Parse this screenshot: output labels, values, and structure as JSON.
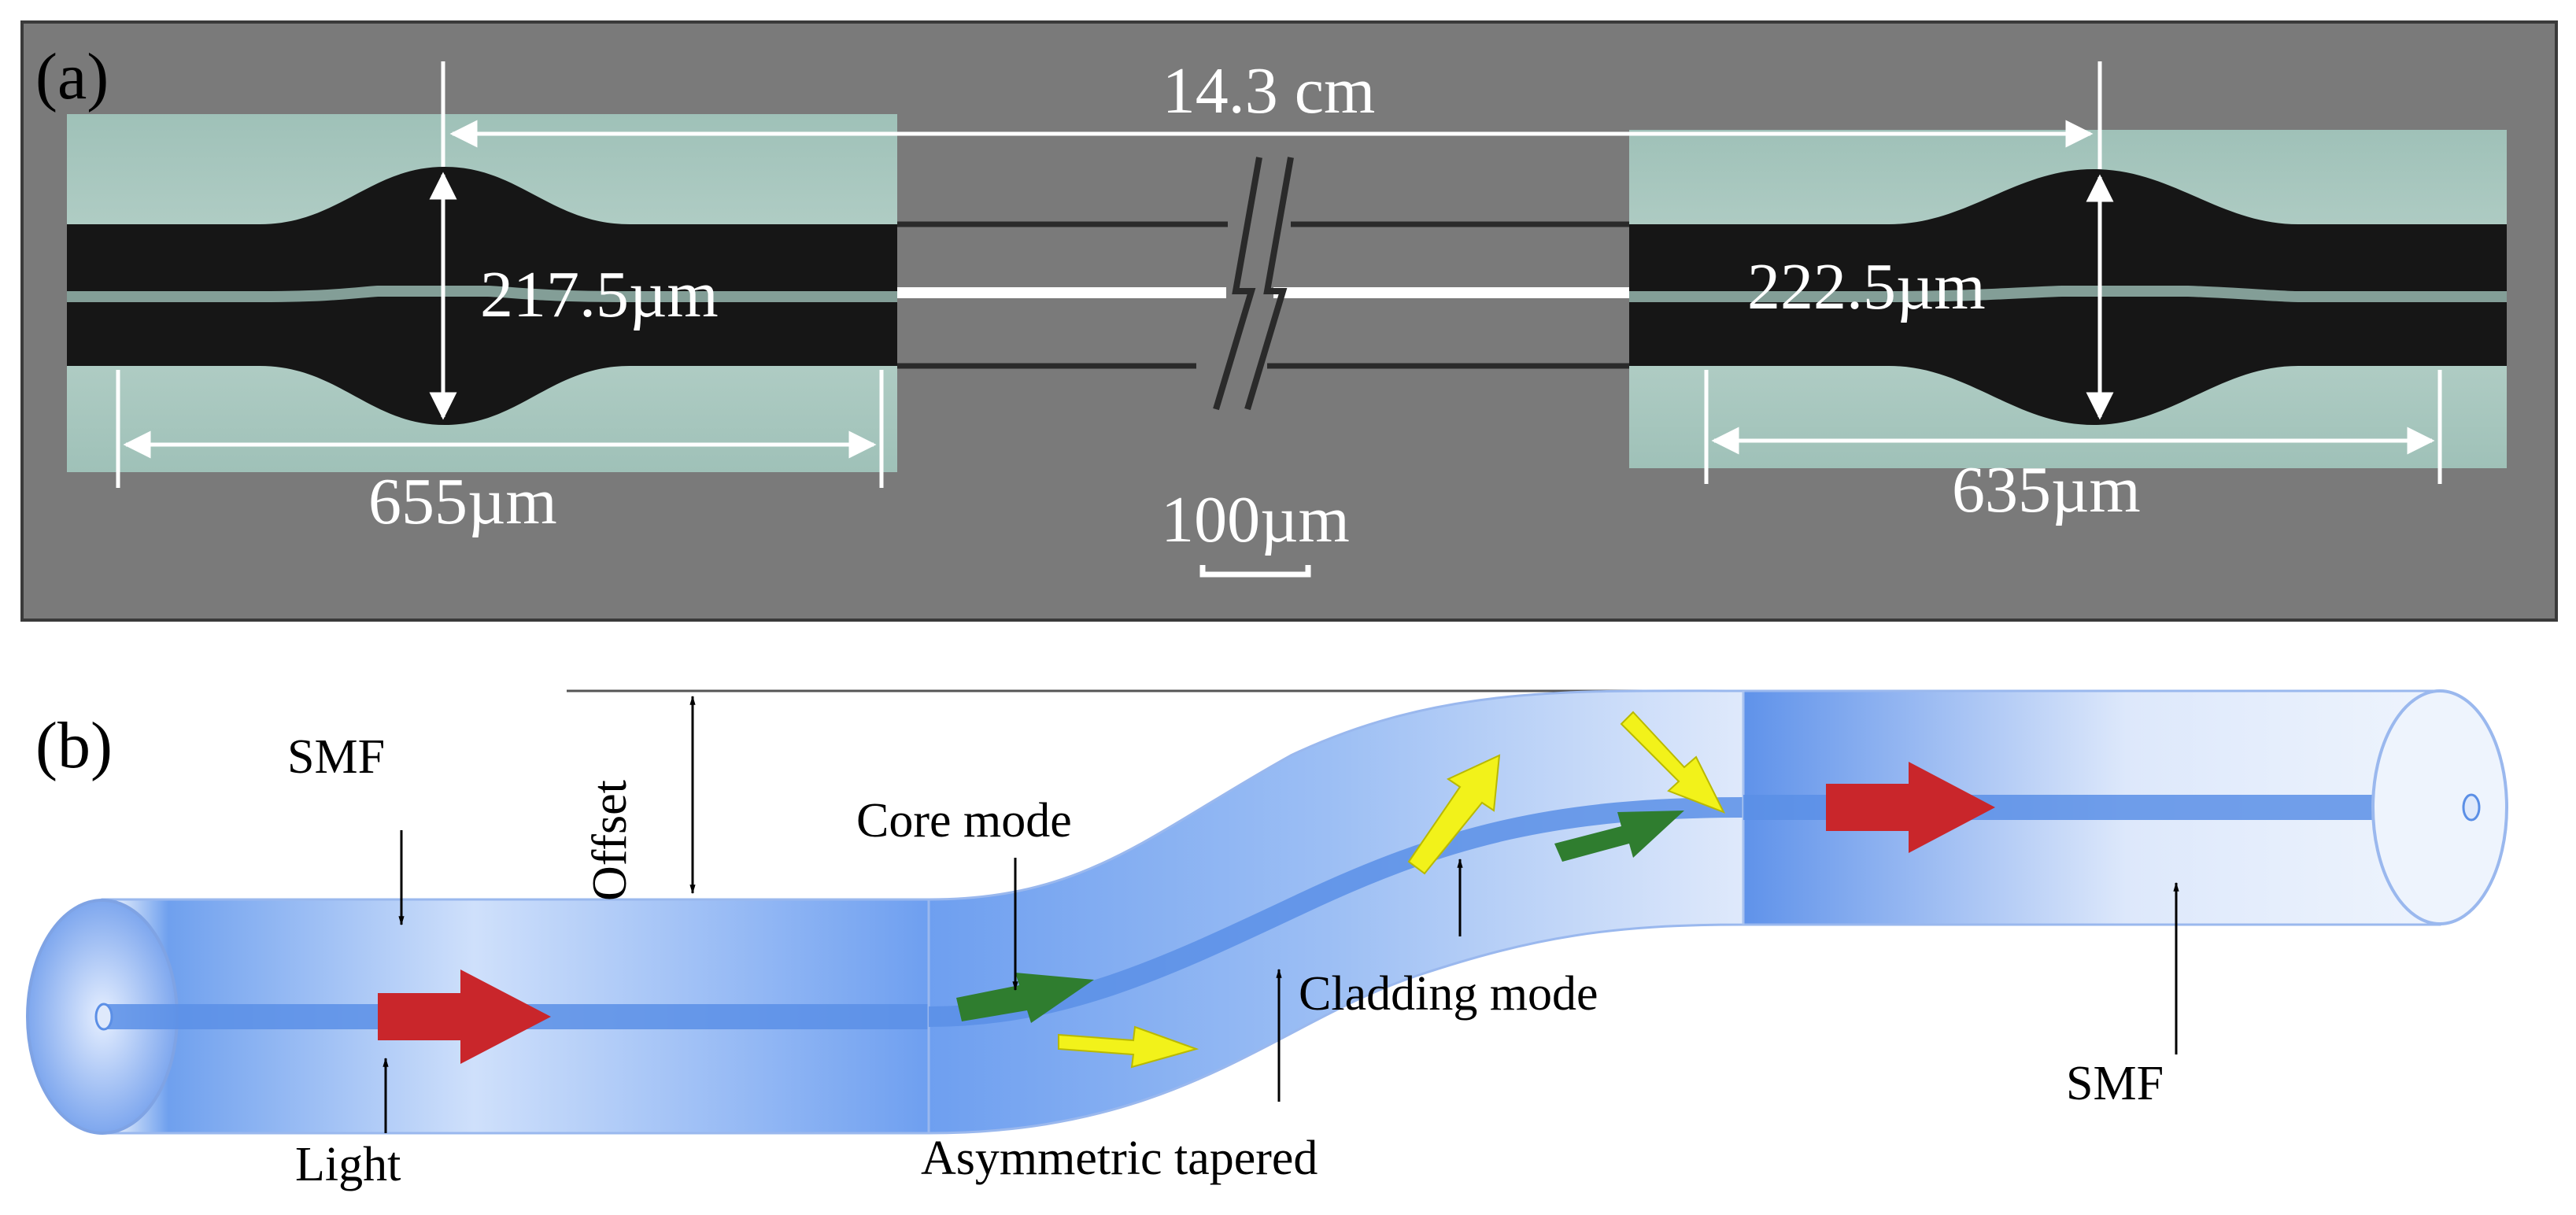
{
  "panel_a": {
    "label": "(a)",
    "total_length": "14.3 cm",
    "left_waist_diameter": "217.5µm",
    "right_waist_diameter": "222.5µm",
    "left_taper_length": "655µm",
    "right_taper_length": "635µm",
    "scale_bar": "100µm"
  },
  "panel_b": {
    "label": "(b)",
    "smf_left": "SMF",
    "offset": "Offset",
    "core_mode": "Core mode",
    "cladding_mode": "Cladding mode",
    "light": "Light",
    "asymmetric_tapered": "Asymmetric tapered",
    "smf_right": "SMF"
  },
  "colors": {
    "panel_a_background": "#7a7a7a",
    "fiber_dark": "#161616",
    "micrograph_light": "#a9c8bf",
    "fiber_blue": "#5b8fe6",
    "arrow_red": "#c9262b",
    "arrow_green": "#2f7d2f",
    "arrow_yellow": "#f2f21a"
  }
}
